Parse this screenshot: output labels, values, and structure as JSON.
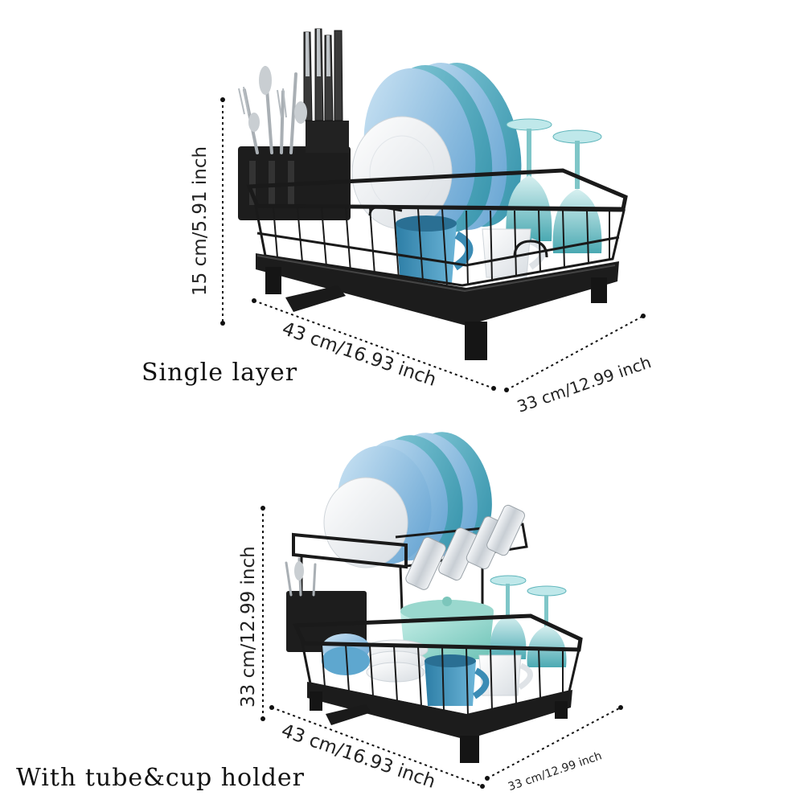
{
  "captions": {
    "single": "Single layer",
    "double": "With tube&cup holder"
  },
  "dimensions": {
    "single": {
      "height": "15 cm/5.91 inch",
      "width": "43 cm/16.93 inch",
      "depth": "33 cm/12.99 inch"
    },
    "double": {
      "height": "33 cm/12.99 inch",
      "width": "43 cm/16.93 inch",
      "depth": "33 cm/12.99 inch"
    }
  },
  "colors": {
    "rack": "#1c1c1c",
    "plate_blue": "#6aa9d6",
    "plate_teal": "#3d9fb4",
    "plate_white": "#f2f4f6",
    "mug": "#3f8fb5",
    "pot": "#8fd3c9",
    "glass": "#7fc6c8"
  }
}
